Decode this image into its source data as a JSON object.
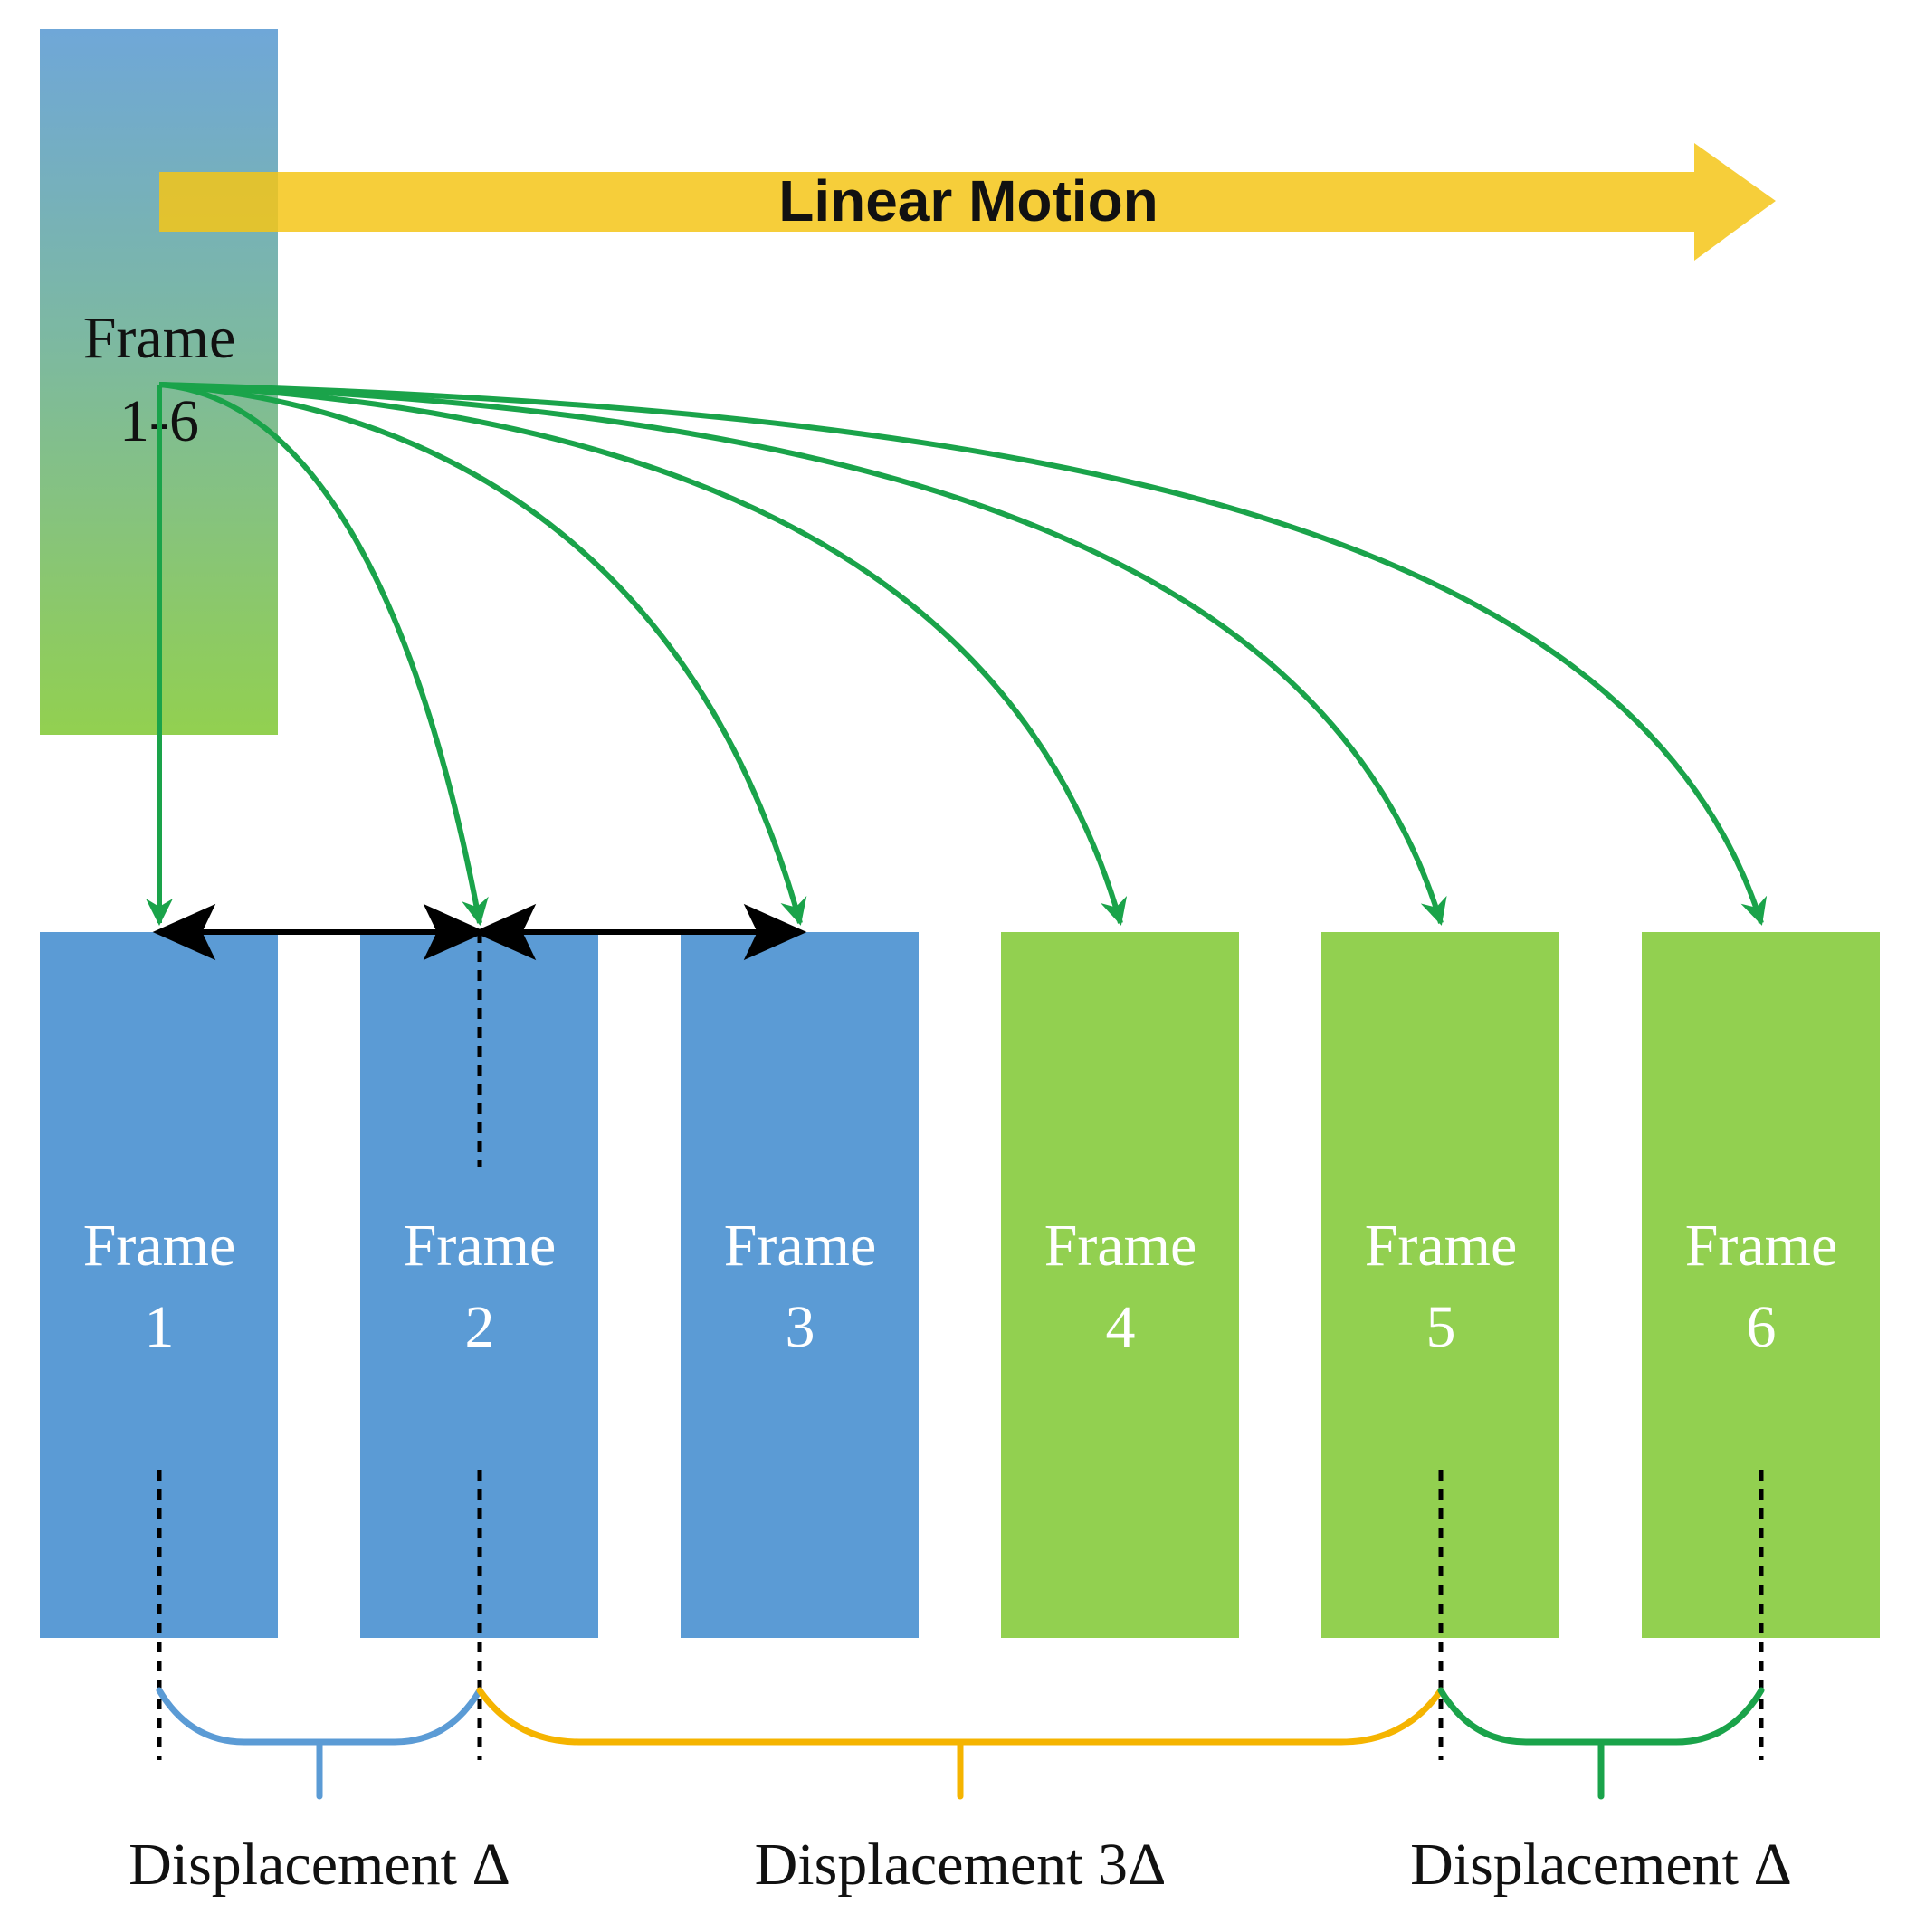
{
  "motion_label": "Linear Motion",
  "source_frame": {
    "line1": "Frame",
    "line2": "1-6"
  },
  "frames": [
    {
      "line1": "Frame",
      "line2": "1"
    },
    {
      "line1": "Frame",
      "line2": "2"
    },
    {
      "line1": "Frame",
      "line2": "3"
    },
    {
      "line1": "Frame",
      "line2": "4"
    },
    {
      "line1": "Frame",
      "line2": "5"
    },
    {
      "line1": "Frame",
      "line2": "6"
    }
  ],
  "displacements": [
    {
      "label": "Displacement Δ",
      "color": "#5b9bd5"
    },
    {
      "label": "Displacement 3Δ",
      "color": "#f5b400"
    },
    {
      "label": "Displacement Δ",
      "color": "#1aa34a"
    }
  ],
  "colors": {
    "blue_frame": "#5b9bd5",
    "green_frame": "#92d050",
    "motion_arrow": "#f5c518",
    "connector": "#1aa34a"
  }
}
